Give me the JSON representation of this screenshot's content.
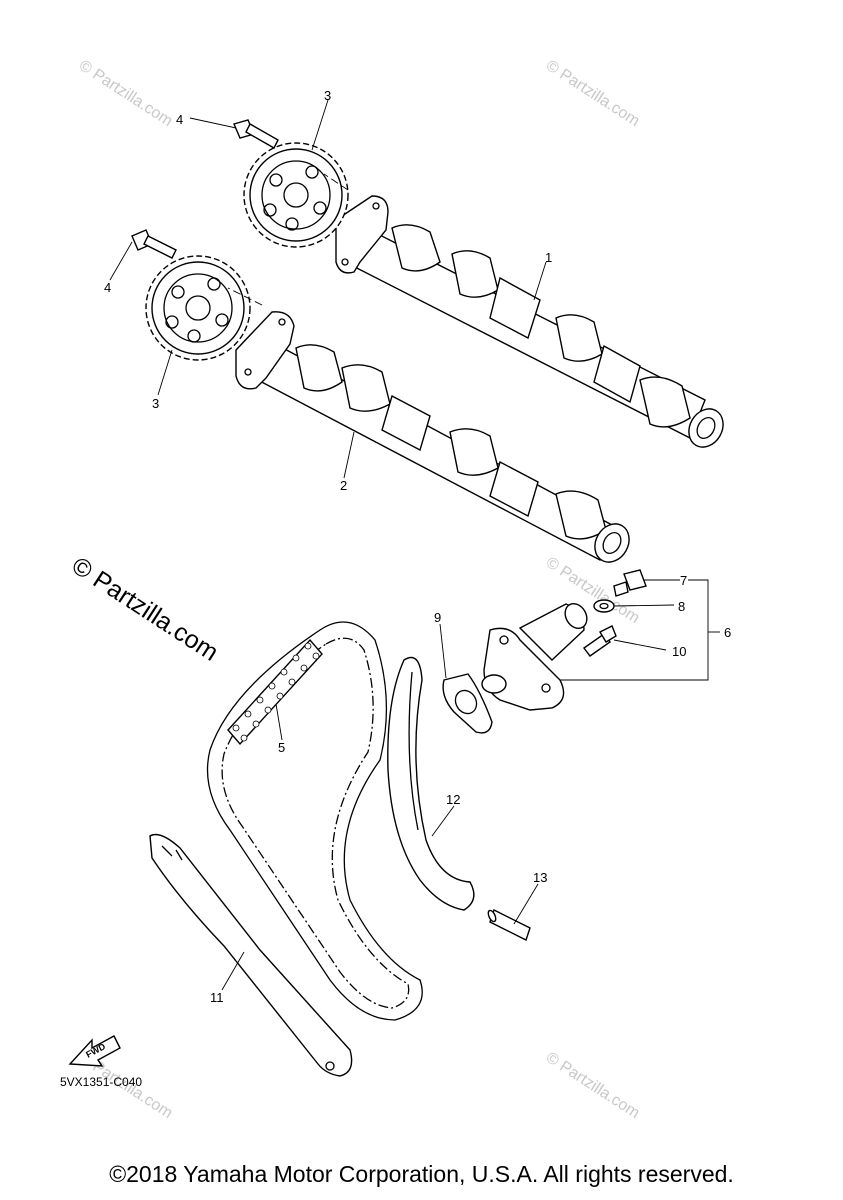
{
  "watermark": "© Partzilla.com",
  "diagram_code": "5VX1351-C040",
  "fwd_label": "FWD",
  "copyright": "©2018 Yamaha Motor Corporation, U.S.A. All rights reserved.",
  "callouts": {
    "c1": "1",
    "c2": "2",
    "c3a": "3",
    "c3b": "3",
    "c4a": "4",
    "c4b": "4",
    "c5": "5",
    "c6": "6",
    "c7": "7",
    "c8": "8",
    "c9": "9",
    "c10": "10",
    "c11": "11",
    "c12": "12",
    "c13": "13"
  }
}
